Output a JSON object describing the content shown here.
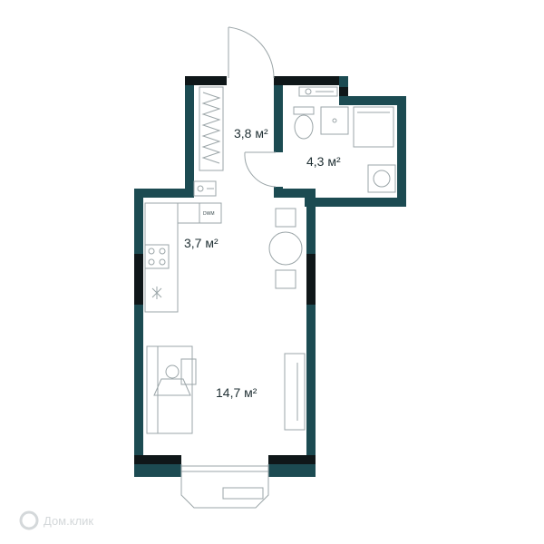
{
  "colors": {
    "wall": "#1c4b52",
    "wall_dark": "#0f1719",
    "furniture": "#9ba5a8",
    "text": "#1f2f33",
    "watermark": "#d4d8da"
  },
  "rooms": {
    "hall": {
      "area": "3,8 м²"
    },
    "bathroom": {
      "area": "4,3 м²"
    },
    "kitchen": {
      "area": "3,7 м²"
    },
    "living": {
      "area": "14,7 м²"
    }
  },
  "fixtures": {
    "dishwasher": "DWM",
    "boiler": "—"
  },
  "watermark": {
    "text": "Дом.клик",
    "icon": "domclick-logo-icon"
  }
}
